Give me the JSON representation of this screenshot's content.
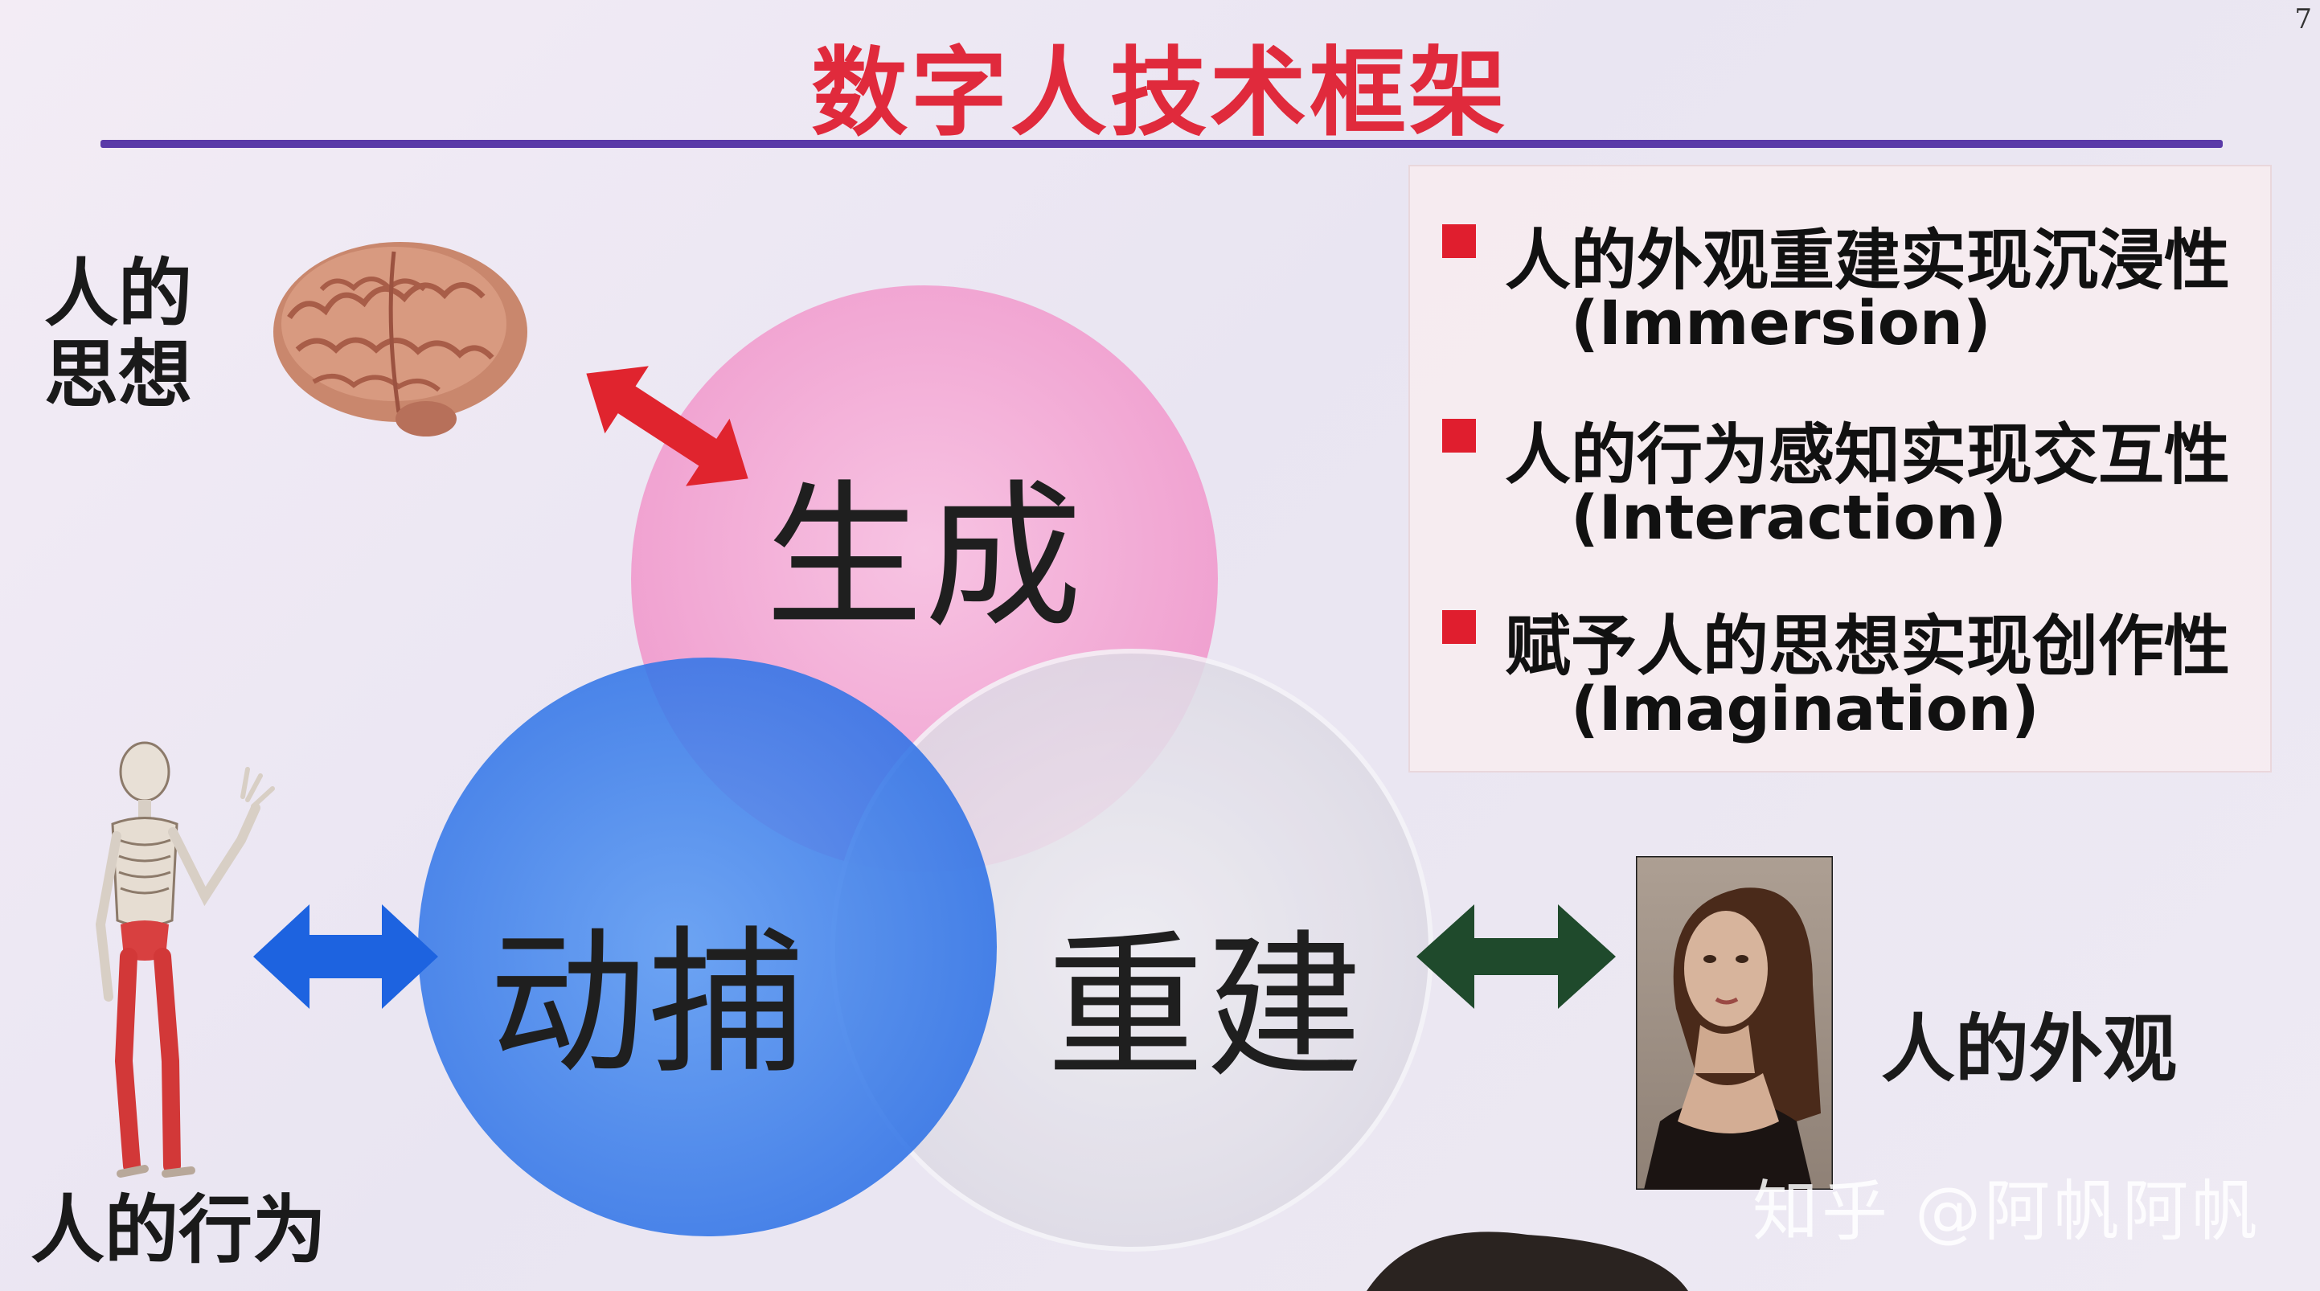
{
  "slide": {
    "title": "数字人技术框架",
    "page_number": "7"
  },
  "venn": {
    "top": "生成",
    "left": "动捕",
    "right": "重建"
  },
  "labels": {
    "thought_line1": "人的",
    "thought_line2": "思想",
    "behavior": "人的行为",
    "appearance": "人的外观"
  },
  "bullets": [
    {
      "main": "人的外观重建实现沉浸性",
      "sub": "(Immersion)"
    },
    {
      "main": "人的行为感知实现交互性",
      "sub": "(Interaction)"
    },
    {
      "main": "赋予人的思想实现创作性",
      "sub": "(Imagination)"
    }
  ],
  "watermark": "知乎 @阿帆阿帆",
  "colors": {
    "title": "#e02a3c",
    "rule": "#5a3aa8",
    "circle_top": "#f2a6d2",
    "circle_left": "#3f86ee",
    "circle_right": "#e4e2ea",
    "arrow_brain": "#e0242e",
    "arrow_body": "#1d63e0",
    "arrow_face": "#1f4a2c",
    "bullet": "#e01e2e"
  }
}
